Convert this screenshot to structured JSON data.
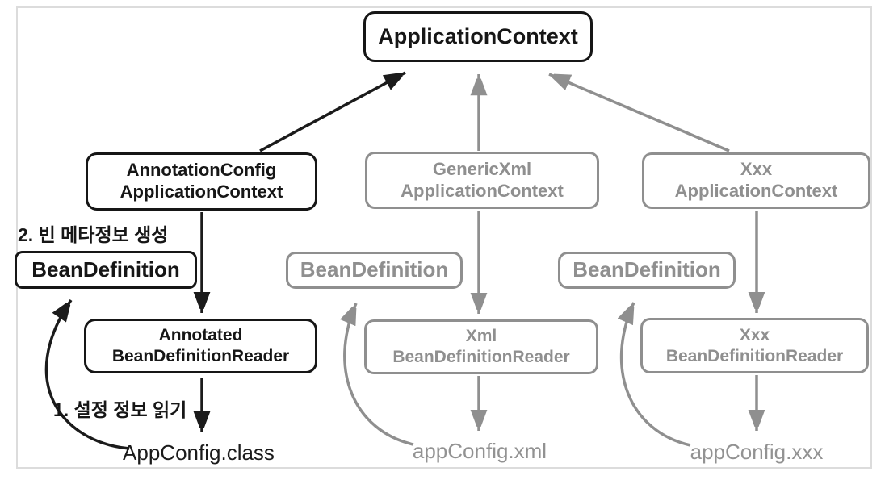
{
  "colors": {
    "active": "#161616",
    "inactive": "#8f8f8f",
    "frame_border": "#dcdcdc"
  },
  "nodes": {
    "application_context": {
      "label": "ApplicationContext"
    },
    "annotation_config_application_context": {
      "line1": "AnnotationConfig",
      "line2": "ApplicationContext"
    },
    "generic_xml_application_context": {
      "line1": "GenericXml",
      "line2": "ApplicationContext"
    },
    "xxx_application_context": {
      "line1": "Xxx",
      "line2": "ApplicationContext"
    },
    "bean_definition_annotation": {
      "label": "BeanDefinition"
    },
    "bean_definition_xml": {
      "label": "BeanDefinition"
    },
    "bean_definition_xxx": {
      "label": "BeanDefinition"
    },
    "annotated_bean_definition_reader": {
      "line1": "Annotated",
      "line2": "BeanDefinitionReader"
    },
    "xml_bean_definition_reader": {
      "line1": "Xml",
      "line2": "BeanDefinitionReader"
    },
    "xxx_bean_definition_reader": {
      "line1": "Xxx",
      "line2": "BeanDefinitionReader"
    }
  },
  "annotations": {
    "step2": "2. 빈 메타정보 생성",
    "step1": "1. 설정 정보 읽기"
  },
  "files": {
    "annotation_source": "AppConfig.class",
    "xml_source": "appConfig.xml",
    "xxx_source": "appConfig.xxx"
  }
}
